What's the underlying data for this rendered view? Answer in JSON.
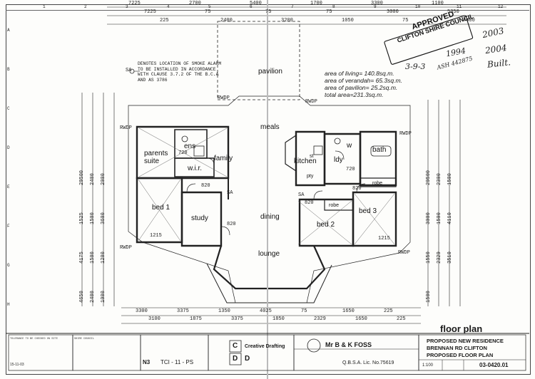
{
  "rooms": {
    "pavilion": "pavilion",
    "meals": "meals",
    "family": "family",
    "parents_suite": "parents\nsuite",
    "ens": "ens",
    "wir": "w.i.r.",
    "bed1": "bed 1",
    "study": "study",
    "dining": "dining",
    "lounge": "lounge",
    "kitchen": "kitchen",
    "ldy": "ldy",
    "wc": "w",
    "bath": "bath",
    "bed2": "bed 2",
    "bed3": "bed 3",
    "robe": "robe",
    "robe2": "robe",
    "st": "st",
    "pty": "pty",
    "sa1": "SA",
    "sa2": "SA",
    "sa3": "SA"
  },
  "notes": {
    "smoke": "DENOTES LOCATION OF SMOKE ALARM TO BE INSTALLED IN ACCORDANCE WITH CLAUSE 3.7.2 OF THE B.C.A AND AS 3786",
    "areas": [
      "area of living= 140.8sq.m.",
      "area of verandah= 65.3sq.m.",
      "area of pavilion= 25.2sq.m.",
      "total area=231.3sq.m."
    ]
  },
  "stamp": {
    "line1": "APPROVED",
    "line2": "CLIFTON SHIRE COUNCIL",
    "year": "1994",
    "date": "3-9-3",
    "sig": "ASH 442875"
  },
  "handwriting": {
    "line1": "2003",
    "line2": "2004",
    "line3": "Built."
  },
  "drawing_title": "floor plan",
  "title_block": {
    "client": "Mr B & K FOSS",
    "qbsa": "Q.B.S.A. Lic. No.75619",
    "project_line1": "PROPOSED NEW RESIDENCE",
    "project_line2": "BRENNAN RD CLIFTON",
    "project_line3": "PROPOSED FLOOR PLAN",
    "scale": "1:100",
    "drawing_no": "03-0420.01",
    "firm": "Creative Drafting",
    "logo_letters": [
      "C",
      "D",
      "D"
    ],
    "job_ref": "TCI - 11 - PS",
    "n3": "N3",
    "date": "15-11-03"
  },
  "dims_top": [
    "7225",
    "7225",
    "225",
    "2700",
    "75",
    "2400",
    "5400",
    "75",
    "3200",
    "1700",
    "75",
    "1050",
    "3300",
    "3000",
    "75",
    "1100",
    "5350",
    "4400"
  ],
  "dims_bottom": [
    "3300",
    "3100",
    "3375",
    "1875",
    "1350",
    "3375",
    "4025",
    "1850",
    "75",
    "2329",
    "1650",
    "1650",
    "225",
    "225"
  ],
  "dims_left": [
    "29500",
    "2400",
    "2000",
    "1525",
    "1500",
    "3600",
    "4175",
    "1500",
    "1200",
    "4650",
    "2400",
    "1000"
  ],
  "dims_right": [
    "29500",
    "2300",
    "1500",
    "3000",
    "1500",
    "4110",
    "1550",
    "2329",
    "3510",
    "1500"
  ],
  "ruler_top": [
    "1",
    "2",
    "3",
    "4",
    "5",
    "6",
    "7",
    "8",
    "9",
    "10",
    "11",
    "12"
  ],
  "ruler_left": [
    "A",
    "B",
    "C",
    "D",
    "E",
    "F",
    "G",
    "H"
  ],
  "misc_labels": {
    "rwdp": "RWDP",
    "door820": "820",
    "door720": "720",
    "win1215": "1215",
    "legend": "TOLERANCE TO BE CHECKED ON SITE",
    "shire": "SHIRE COUNCIL"
  }
}
